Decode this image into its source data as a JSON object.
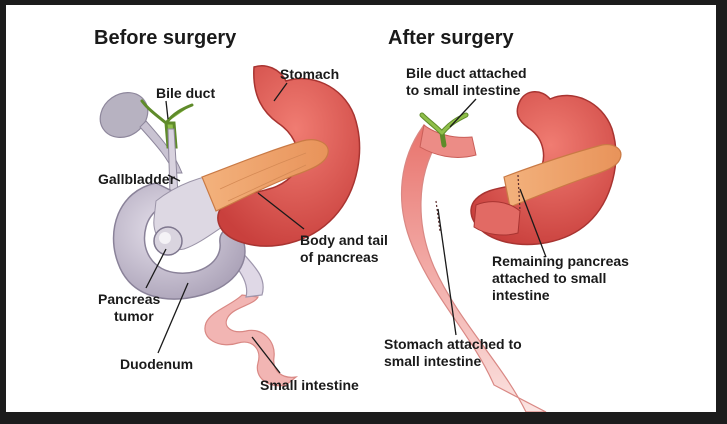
{
  "headers": {
    "before": "Before surgery",
    "after": "After surgery"
  },
  "before_labels": {
    "stomach": "Stomach",
    "bile_duct": "Bile duct",
    "gallbladder": "Gallbladder",
    "body_tail_1": "Body and tail",
    "body_tail_2": "of pancreas",
    "tumor_1": "Pancreas",
    "tumor_2": "tumor",
    "duodenum": "Duodenum",
    "small_intestine": "Small intestine"
  },
  "after_labels": {
    "bile_duct_1": "Bile duct attached",
    "bile_duct_2": "to small intestine",
    "remaining_1": "Remaining pancreas",
    "remaining_2": "attached to small",
    "remaining_3": "intestine",
    "stomach_1": "Stomach attached to",
    "stomach_2": "small intestine"
  },
  "colors": {
    "stomach": "#e0605c",
    "pancreas": "#f0a36e",
    "duodenum": "#c6c0cf",
    "tumor": "#d9d4df",
    "intestine": "#f2b5b3",
    "bile_duct": "#8fbf4a",
    "gallbladder": "#b7b2c1"
  }
}
